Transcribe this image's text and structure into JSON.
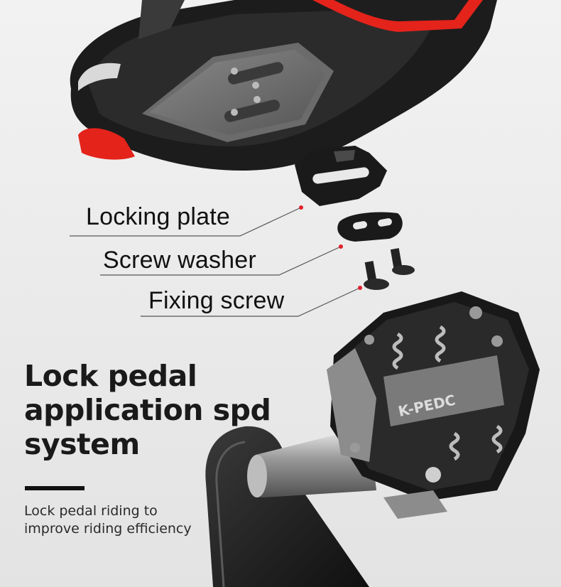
{
  "callouts": {
    "locking_plate": "Locking plate",
    "screw_washer": "Screw washer",
    "fixing_screw": "Fixing screw"
  },
  "headline": {
    "line1": "Lock pedal",
    "line2": "application spd",
    "line3": "system"
  },
  "subtext": {
    "line1": "Lock pedal riding to",
    "line2": "improve riding efficiency"
  },
  "brand_mark": "K-PEDC",
  "colors": {
    "background": "#e9e9e9",
    "shoe_accent": "#e4231b",
    "callout_dot": "#e0202a"
  }
}
